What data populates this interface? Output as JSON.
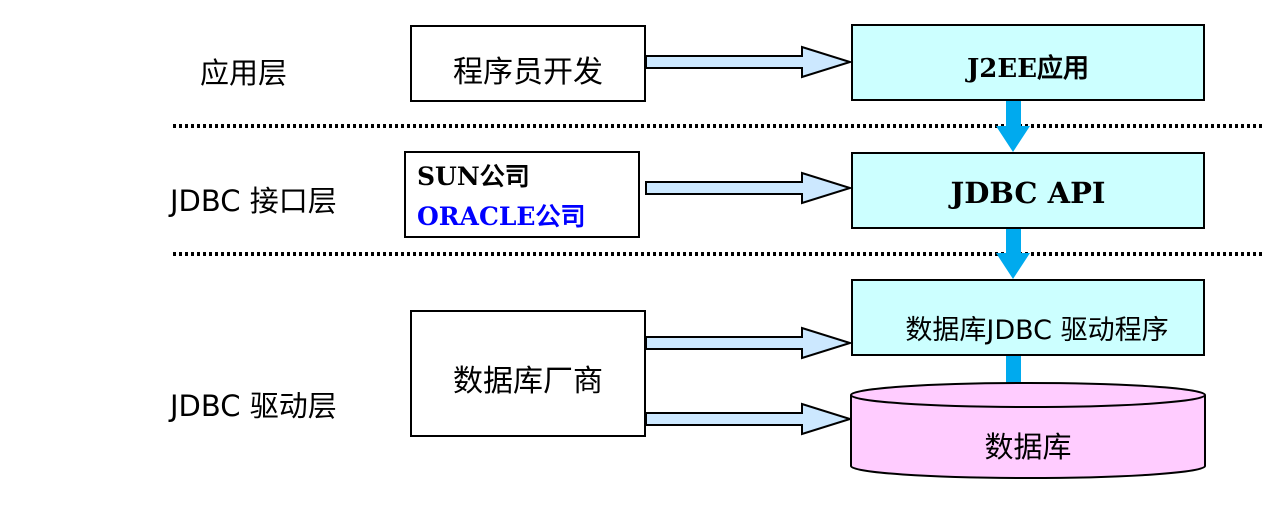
{
  "layers": {
    "application": "应用层",
    "jdbc_interface": "JDBC 接口层",
    "jdbc_driver": "JDBC 驱动层"
  },
  "sources": {
    "developer": "程序员开发",
    "sun": "SUN公司",
    "oracle": "ORACLE公司",
    "db_vendor": "数据库厂商"
  },
  "targets": {
    "j2ee_app": "J2EE应用",
    "jdbc_api": "JDBC API",
    "jdbc_driver_program": "数据库JDBC 驱动程序",
    "database": "数据库"
  },
  "colors": {
    "box_fill": "#ccffff",
    "database_fill": "#ffccff",
    "arrow_fill": "#cce8ff",
    "down_arrow": "#00aaee",
    "oracle_text": "#0000ff"
  }
}
